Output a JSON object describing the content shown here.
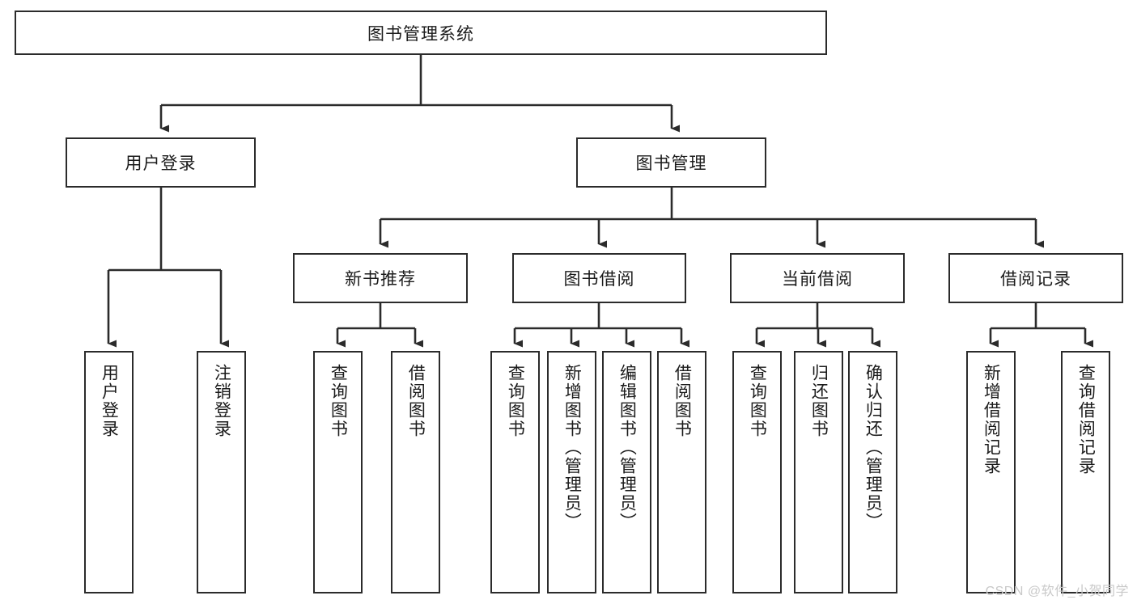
{
  "diagram": {
    "title": "图书管理系统",
    "type": "hierarchy-tree",
    "line_color": "#2b2b2b",
    "box_fill": "#ffffff",
    "text_color": "#1b1b1b",
    "watermark": "CSDN @软件_小贺同学",
    "watermark_color": "#c9c9c9"
  },
  "root": {
    "label": "图书管理系统"
  },
  "level2": [
    {
      "label": "用户登录"
    },
    {
      "label": "图书管理"
    }
  ],
  "level3": [
    {
      "label": "新书推荐"
    },
    {
      "label": "图书借阅"
    },
    {
      "label": "当前借阅"
    },
    {
      "label": "借阅记录"
    }
  ],
  "leaves": {
    "user_login": [
      {
        "label": "用户登录"
      },
      {
        "label": "注销登录"
      }
    ],
    "new_book": [
      {
        "label": "查询图书"
      },
      {
        "label": "借阅图书"
      }
    ],
    "book_borrow": [
      {
        "label": "查询图书"
      },
      {
        "label": "新增图书（管理员）"
      },
      {
        "label": "编辑图书（管理员）"
      },
      {
        "label": "借阅图书"
      }
    ],
    "current_borrow": [
      {
        "label": "查询图书"
      },
      {
        "label": "归还图书"
      },
      {
        "label": "确认归还（管理员）"
      }
    ],
    "borrow_record": [
      {
        "label": "新增借阅记录"
      },
      {
        "label": "查询借阅记录"
      }
    ]
  }
}
